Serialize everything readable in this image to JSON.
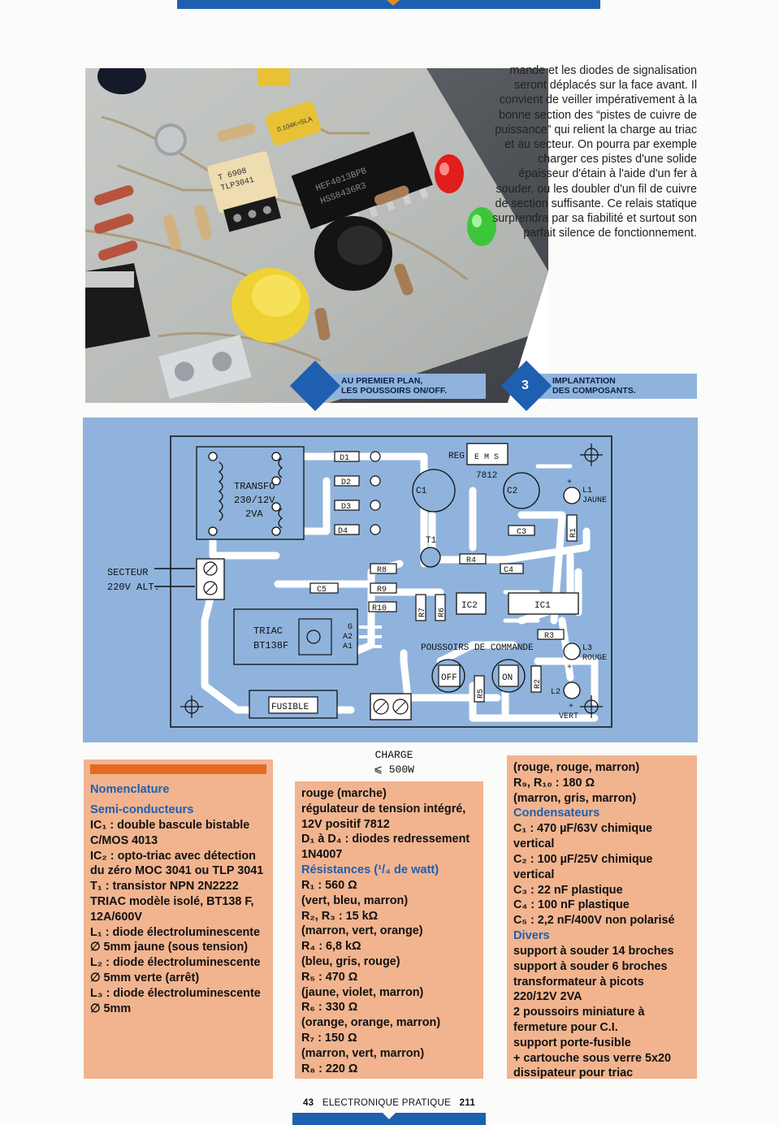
{
  "intro_text": "mande et les diodes de signalisation seront déplacés sur la face avant. Il convient de veiller impérativement à la bonne section des “pistes de cuivre de puissance” qui relient la charge au triac et au secteur. On pourra par exemple charger ces pistes d'une solide épaisseur d'étain à l'aide d'un fer à souder, ou les doubler d'un fil de cuivre de section suffisante. Ce relais statique surprendra par sa fiabilité et surtout son parfait silence de fonctionnement.",
  "captions": [
    {
      "line1": "AU PREMIER PLAN,",
      "line2": "LES POUSSOIRS ON/OFF."
    },
    {
      "num": "3",
      "line1": "IMPLANTATION",
      "line2": "DES COMPOSANTS."
    }
  ],
  "photo": {
    "ic_label_1": "HEF4013BPB",
    "ic_label_2": "HSS8436R3",
    "opto_label_1": "T 6908",
    "opto_label_2": "TLP3041",
    "cap_label": "0.104K≈SLA"
  },
  "schematic": {
    "transfo": [
      "TRANSFO",
      "230/12V",
      "2VA"
    ],
    "secteur": [
      "SECTEUR",
      "220V ALT."
    ],
    "reg": "REG",
    "ems": "E M S",
    "reg_value": "7812",
    "d1": "D1",
    "d2": "D2",
    "d3": "D3",
    "d4": "D4",
    "c1": "C1",
    "c2": "C2",
    "c3": "C3",
    "c4": "C4",
    "c5": "C5",
    "t1": "T1",
    "r1": "R1",
    "r2": "R2",
    "r3": "R3",
    "r4": "R4",
    "r5": "R5",
    "r6": "R6",
    "r7": "R7",
    "r8": "R8",
    "r9": "R9",
    "r10": "R10",
    "ic1": "IC1",
    "ic2": "IC2",
    "l1": "L1",
    "l1_color": "JAUNE",
    "l2": "L2",
    "l2_color": "VERT",
    "l3": "L3",
    "l3_color": "ROUGE",
    "triac": [
      "TRIAC",
      "BT138F"
    ],
    "triac_pins": [
      "G",
      "A2",
      "A1"
    ],
    "poussoirs": "POUSSOIRS DE COMMANDE",
    "off": "OFF",
    "on": "ON",
    "fusible": "FUSIBLE",
    "plus": "+"
  },
  "charge": {
    "line1": "CHARGE",
    "line2": "⩽ 500W"
  },
  "nomenclature": {
    "title": "Nomenclature",
    "col1": [
      {
        "h": "Semi-conducteurs"
      },
      {
        "t": "IC₁ : double bascule bistable C/MOS 4013"
      },
      {
        "t": "IC₂ : opto-triac avec détection du zéro MOC 3041 ou TLP 3041"
      },
      {
        "t": "T₁ : transistor NPN 2N2222"
      },
      {
        "t": "TRIAC modèle isolé, BT138 F, 12A/600V"
      },
      {
        "t": "L₁ : diode électroluminescente ∅ 5mm jaune (sous tension)"
      },
      {
        "t": "L₂ : diode électroluminescente ∅ 5mm verte (arrêt)"
      },
      {
        "t": "L₃ : diode électroluminescente ∅ 5mm"
      }
    ],
    "col2": [
      {
        "t": "rouge (marche)"
      },
      {
        "t": "régulateur de tension intégré, 12V positif 7812"
      },
      {
        "t": "D₁ à D₄ : diodes redressement 1N4007"
      },
      {
        "h": "Résistances (¹/₄ de watt)"
      },
      {
        "t": "R₁ : 560 Ω"
      },
      {
        "t": "(vert, bleu, marron)"
      },
      {
        "t": "R₂, R₃ : 15 kΩ"
      },
      {
        "t": "(marron, vert, orange)"
      },
      {
        "t": "R₄ : 6,8 kΩ"
      },
      {
        "t": "(bleu, gris, rouge)"
      },
      {
        "t": "R₅ : 470 Ω"
      },
      {
        "t": "(jaune, violet, marron)"
      },
      {
        "t": "R₆ : 330 Ω"
      },
      {
        "t": "(orange, orange, marron)"
      },
      {
        "t": "R₇ : 150 Ω"
      },
      {
        "t": "(marron, vert, marron)"
      },
      {
        "t": "R₈ : 220 Ω"
      }
    ],
    "col3": [
      {
        "t": "(rouge, rouge, marron)"
      },
      {
        "t": "R₉, R₁₀ : 180 Ω"
      },
      {
        "t": "(marron, gris, marron)"
      },
      {
        "h": "Condensateurs"
      },
      {
        "t": "C₁ : 470 µF/63V chimique vertical"
      },
      {
        "t": "C₂ : 100 µF/25V chimique vertical"
      },
      {
        "t": "C₃ : 22 nF plastique"
      },
      {
        "t": "C₄ : 100 nF plastique"
      },
      {
        "t": "C₅ : 2,2 nF/400V non polarisé"
      },
      {
        "h": "Divers"
      },
      {
        "t": "support à souder 14 broches"
      },
      {
        "t": "support à souder 6 broches"
      },
      {
        "t": "transformateur à picots 220/12V 2VA"
      },
      {
        "t": "2 poussoirs miniature à fermeture pour C.I."
      },
      {
        "t": "support porte-fusible"
      },
      {
        "t": "+ cartouche sous verre 5x20"
      },
      {
        "t": "dissipateur pour triac"
      }
    ]
  },
  "footer": {
    "page": "43",
    "magazine": "ELECTRONIQUE PRATIQUE",
    "issue": "211"
  }
}
